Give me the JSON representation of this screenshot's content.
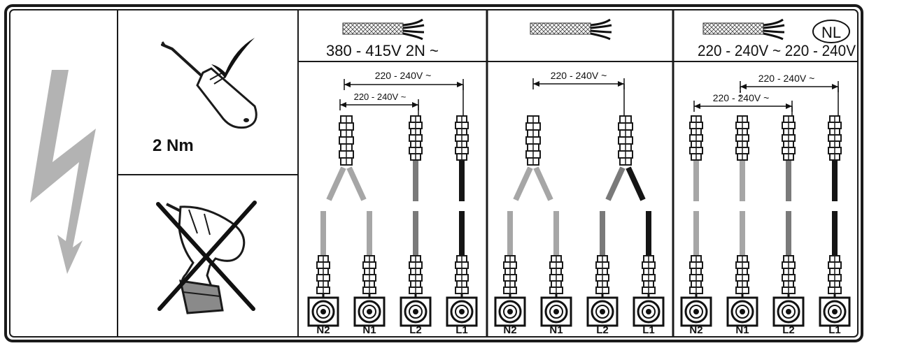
{
  "colors": {
    "frame": "#1a1a1a",
    "bolt": "#b3b3b3",
    "wire_grey": "#a6a6a6",
    "wire_mid": "#7a7a7a",
    "wire_black": "#151515"
  },
  "icons": {
    "bolt": "lightning-bolt-icon",
    "screwdriver": "screwdriver-icon",
    "check": "checkmark-icon",
    "drill": "power-drill-icon",
    "prohibited": "cross-out-icon",
    "cable": "cable-icon",
    "terminal": "terminal-screw-icon"
  },
  "torque_label": "2 Nm",
  "panels": [
    {
      "voltage": "380 - 415V 2N ~",
      "badge": "",
      "brackets": [
        {
          "label": "220 - 240V ~",
          "from": "N1",
          "to": "L1"
        },
        {
          "label": "220 - 240V ~",
          "from": "N2",
          "to": "L2"
        }
      ],
      "upper_wires": [
        "N",
        "L2",
        "L1"
      ],
      "terminals": [
        "N2",
        "N1",
        "L2",
        "L1"
      ]
    },
    {
      "voltage": "",
      "badge": "",
      "brackets": [
        {
          "label": "220 - 240V ~",
          "from": "N",
          "to": "L"
        }
      ],
      "upper_wires": [
        "N",
        "L"
      ],
      "terminals": [
        "N2",
        "N1",
        "L2",
        "L1"
      ]
    },
    {
      "voltage": "220 - 240V ~ 220 - 240V",
      "badge": "NL",
      "brackets": [
        {
          "label": "220 - 240V ~",
          "from": "N1",
          "to": "L1"
        },
        {
          "label": "220 - 240V ~",
          "from": "N2",
          "to": "L2"
        }
      ],
      "upper_wires": [
        "N2",
        "N1",
        "L2",
        "L1"
      ],
      "terminals": [
        "N2",
        "N1",
        "L2",
        "L1"
      ]
    }
  ]
}
